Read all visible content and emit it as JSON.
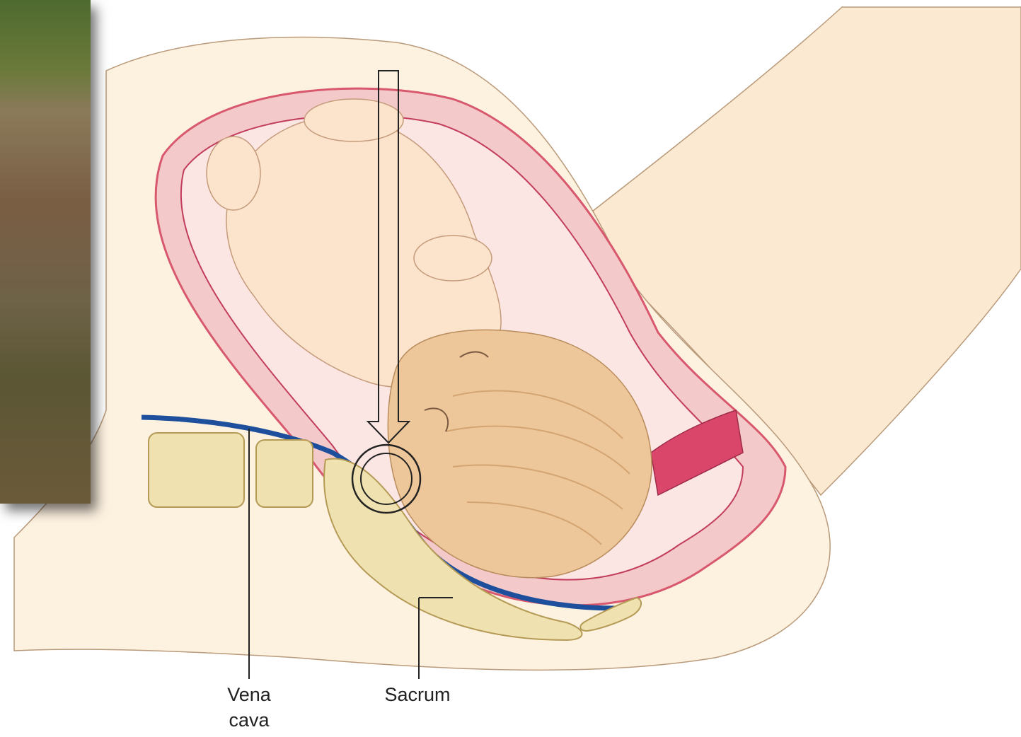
{
  "labels": {
    "vena_cava_line1": "Vena",
    "vena_cava_line2": "cava",
    "sacrum": "Sacrum"
  },
  "colors": {
    "skin": "#fcefdc",
    "uterus_wall": "#d8586e",
    "vein": "#1e4f9c",
    "bone": "#efe2b0",
    "outline": "#222222"
  }
}
